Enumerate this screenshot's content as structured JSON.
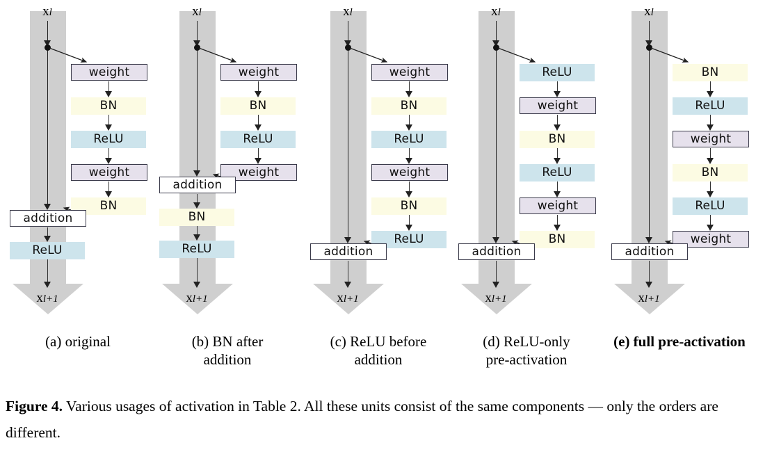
{
  "figure": {
    "label": "Figure 4.",
    "caption_text": " Various usages of activation in Table 2. All these units consist of the same components — only the orders are different.",
    "input_label": "x",
    "input_sub": "l",
    "output_label": "x",
    "output_sub": "l+1",
    "colors": {
      "band": "#cfcfcf",
      "bn": "#fcfbe3",
      "relu": "#cde4ec",
      "weight": "#e6e1ec",
      "addition": "#ffffff",
      "stroke": "#3a3a4a",
      "line": "#222222"
    }
  },
  "panels": [
    {
      "id": "a",
      "caption_line1": "(a) original",
      "caption_line2": "",
      "bold": false,
      "branch_nodes": [
        {
          "label": "weight",
          "kind": "weight"
        },
        {
          "label": "BN",
          "kind": "bn"
        },
        {
          "label": "ReLU",
          "kind": "relu"
        },
        {
          "label": "weight",
          "kind": "weight"
        },
        {
          "label": "BN",
          "kind": "bn"
        }
      ],
      "addition_label": "addition",
      "post_addition_nodes": [
        {
          "label": "ReLU",
          "kind": "relu"
        }
      ],
      "addition_row": 5
    },
    {
      "id": "b",
      "caption_line1": "(b) BN after",
      "caption_line2": "addition",
      "bold": false,
      "branch_nodes": [
        {
          "label": "weight",
          "kind": "weight"
        },
        {
          "label": "BN",
          "kind": "bn"
        },
        {
          "label": "ReLU",
          "kind": "relu"
        },
        {
          "label": "weight",
          "kind": "weight"
        }
      ],
      "addition_label": "addition",
      "post_addition_nodes": [
        {
          "label": "BN",
          "kind": "bn"
        },
        {
          "label": "ReLU",
          "kind": "relu"
        }
      ],
      "addition_row": 4
    },
    {
      "id": "c",
      "caption_line1": "(c) ReLU before",
      "caption_line2": "addition",
      "bold": false,
      "branch_nodes": [
        {
          "label": "weight",
          "kind": "weight"
        },
        {
          "label": "BN",
          "kind": "bn"
        },
        {
          "label": "ReLU",
          "kind": "relu"
        },
        {
          "label": "weight",
          "kind": "weight"
        },
        {
          "label": "BN",
          "kind": "bn"
        },
        {
          "label": "ReLU",
          "kind": "relu"
        }
      ],
      "addition_label": "addition",
      "post_addition_nodes": [],
      "addition_row": 6
    },
    {
      "id": "d",
      "caption_line1": "(d) ReLU-only",
      "caption_line2": "pre-activation",
      "bold": false,
      "branch_nodes": [
        {
          "label": "ReLU",
          "kind": "relu"
        },
        {
          "label": "weight",
          "kind": "weight"
        },
        {
          "label": "BN",
          "kind": "bn"
        },
        {
          "label": "ReLU",
          "kind": "relu"
        },
        {
          "label": "weight",
          "kind": "weight"
        },
        {
          "label": "BN",
          "kind": "bn"
        }
      ],
      "addition_label": "addition",
      "post_addition_nodes": [],
      "addition_row": 6
    },
    {
      "id": "e",
      "caption_line1": "(e) full pre-activation",
      "caption_line2": "",
      "bold": true,
      "branch_nodes": [
        {
          "label": "BN",
          "kind": "bn"
        },
        {
          "label": "ReLU",
          "kind": "relu"
        },
        {
          "label": "weight",
          "kind": "weight"
        },
        {
          "label": "BN",
          "kind": "bn"
        },
        {
          "label": "ReLU",
          "kind": "relu"
        },
        {
          "label": "weight",
          "kind": "weight"
        }
      ],
      "addition_label": "addition",
      "post_addition_nodes": [],
      "addition_row": 6
    }
  ]
}
